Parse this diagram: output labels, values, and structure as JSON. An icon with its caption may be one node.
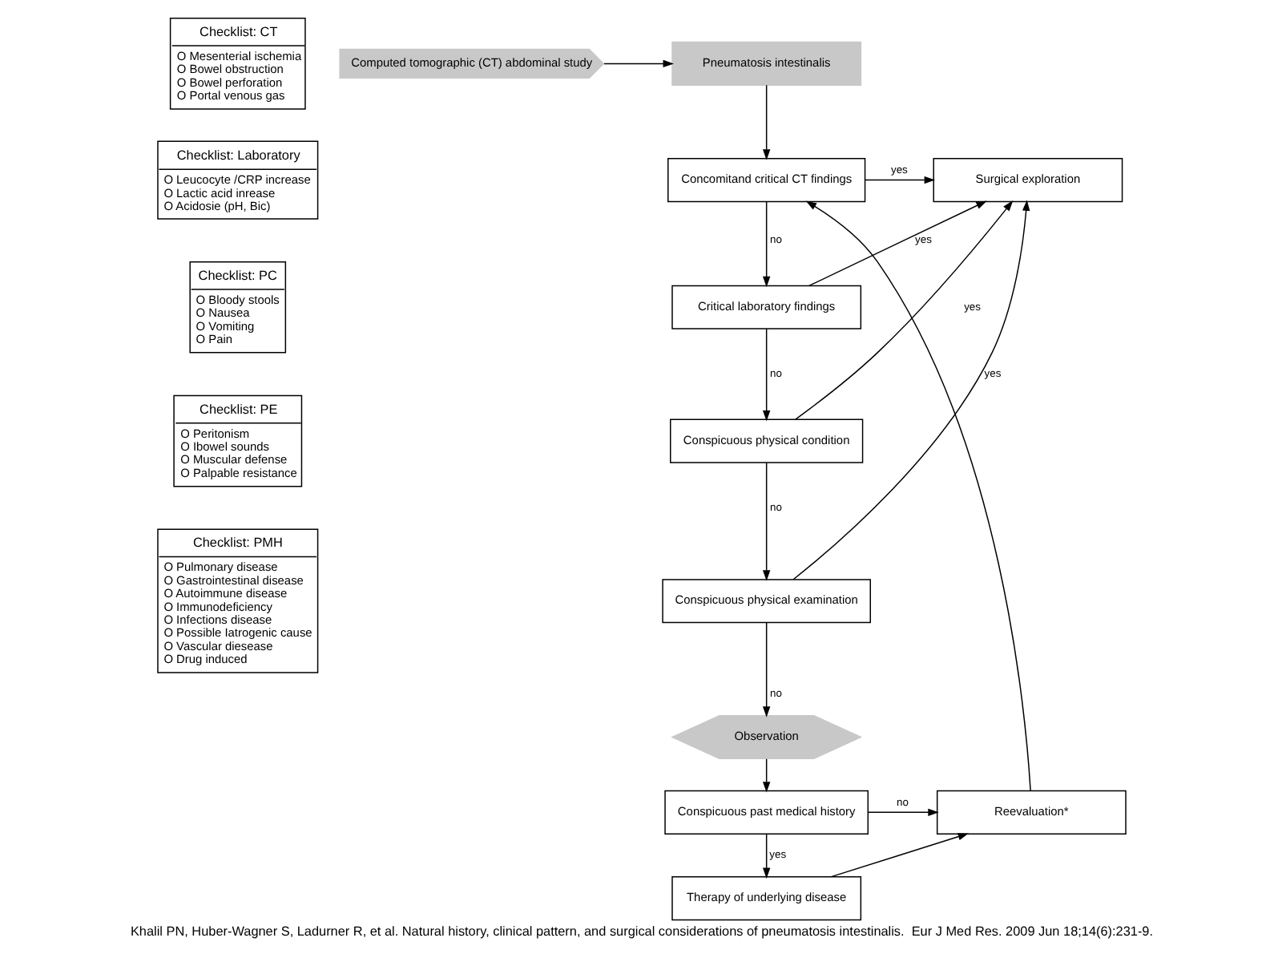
{
  "diagram": {
    "caption": "Khalil PN, Huber-Wagner S, Ladurner R, et al. Natural history, clinical pattern, and surgical considerations of pneumatosis intestinalis.  Eur J Med Res. 2009 Jun 18;14(6):231-9.",
    "nodes": [
      {
        "text": [
          "Computed tomographic (CT) abdominal study"
        ]
      },
      {
        "text": [
          "Pneumatosis intestinalis"
        ]
      },
      {
        "text": [
          "Concomitand critical CT findings"
        ]
      },
      {
        "text": [
          "Surgical exploration"
        ]
      },
      {
        "text": [
          "Critical laboratory findings"
        ]
      },
      {
        "text": [
          "Conspicuous physical condition"
        ]
      },
      {
        "text": [
          "Conspicuous physical examination"
        ]
      },
      {
        "text": [
          "Observation"
        ]
      },
      {
        "text": [
          "Reevaluation*"
        ]
      },
      {
        "text": [
          "Conspicuous past medical history"
        ]
      },
      {
        "text": [
          "Therapy of underlying disease"
        ]
      },
      {
        "text": [
          "Checklist: CT",
          "O Mesenterial ischemia",
          "O Bowel obstruction",
          "O Bowel perforation",
          "O Portal venous gas"
        ]
      },
      {
        "text": [
          "Checklist: Laboratory",
          "O Leucocyte /CRP increase",
          "O Lactic acid inrease",
          "O Acidosie (pH, Bic)"
        ]
      },
      {
        "text": [
          "Checklist: PC",
          "O Bloody stools",
          "O Nausea",
          "O Vomiting",
          "O Pain"
        ]
      },
      {
        "text": [
          "Checklist: PE",
          "O Peritonism",
          "O Ibowel sounds",
          "O Muscular defense",
          "O Palpable resistance"
        ]
      },
      {
        "text": [
          "Checklist: PMH",
          "O Pulmonary disease",
          "O Gastrointestinal disease",
          "O Autoimmune disease",
          "O Immunodeficiency",
          "O Infections disease",
          "O Possible Iatrogenic cause",
          "O Vascular diesease",
          "O Drug induced"
        ]
      }
    ],
    "edges": [
      {
        "from": 0,
        "to": 1,
        "arrow": "to"
      },
      {
        "from": 1,
        "to": 2,
        "arrow": "to"
      },
      {
        "from": 2,
        "to": 3,
        "arrow": "to",
        "label": "yes"
      },
      {
        "from": 4,
        "to": 3,
        "arrow": "to",
        "label": "yes"
      },
      {
        "from": 5,
        "to": 3,
        "arrow": "to",
        "label": "yes"
      },
      {
        "from": 6,
        "to": 3,
        "arrow": "to",
        "label": "yes"
      },
      {
        "from": 2,
        "to": 4,
        "arrow": "to",
        "label": "no"
      },
      {
        "from": 4,
        "to": 5,
        "arrow": "to",
        "label": "no"
      },
      {
        "from": 5,
        "to": 6,
        "arrow": "to",
        "label": "no"
      },
      {
        "from": 6,
        "to": 7,
        "arrow": "to",
        "label": "no"
      },
      {
        "from": 7,
        "to": 9,
        "arrow": "to"
      },
      {
        "from": 9,
        "to": 8,
        "arrow": "to",
        "label": "no"
      },
      {
        "from": 9,
        "to": 10,
        "arrow": "to",
        "label": "yes"
      },
      {
        "from": 10,
        "to": 8,
        "arrow": "to"
      },
      {
        "from": 8,
        "to": 2,
        "arrow": "to"
      }
    ]
  }
}
